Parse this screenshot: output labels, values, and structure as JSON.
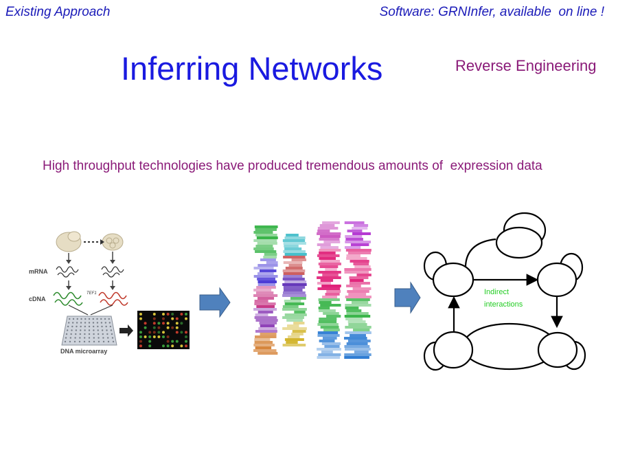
{
  "header": {
    "left": "Existing Approach",
    "right": "Software: GRNInfer, available  on line !"
  },
  "title": "Inferring Networks",
  "subtitle": "Reverse Engineering",
  "body_text": "High throughput technologies have produced tremendous amounts of  expression data",
  "microarray": {
    "mrna_label": "mRNA",
    "cdna_label": "cDNA",
    "gene_label": "TEF1",
    "chip_label": "DNA microarray"
  },
  "network": {
    "edge_label_line1": "Indirect",
    "edge_label_line2": "interactions"
  },
  "colors": {
    "arrow_fill": "#4f81bd",
    "label_green": "#22cc22"
  }
}
